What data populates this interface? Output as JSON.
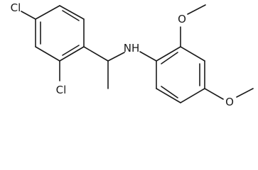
{
  "molecule": {
    "atom_labels": {
      "chlorine_top": "Cl",
      "chlorine_ortho": "Cl",
      "amine": "NH",
      "oxygen_top": "O",
      "oxygen_bottom": "O"
    }
  }
}
